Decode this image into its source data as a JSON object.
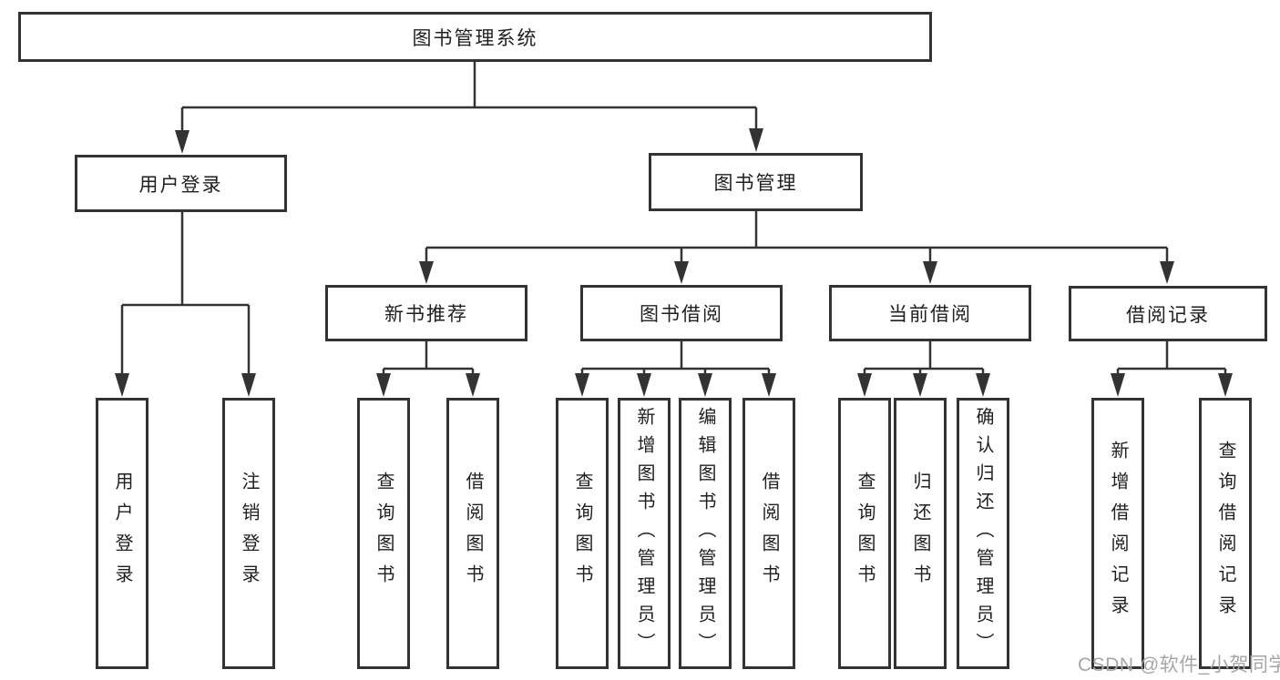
{
  "diagram": {
    "type": "hierarchy",
    "watermark": "CSDN @软件_小贺同学",
    "colors": {
      "line": "#333333",
      "box_border": "#333333",
      "text": "#1f1f1f",
      "watermark_text": "#a6a6a6",
      "background": "#ffffff"
    },
    "tree": {
      "label": "图书管理系统",
      "children": [
        {
          "label": "用户登录",
          "children": [
            {
              "label": "用户登录"
            },
            {
              "label": "注销登录"
            }
          ]
        },
        {
          "label": "图书管理",
          "children": [
            {
              "label": "新书推荐",
              "children": [
                {
                  "label": "查询图书"
                },
                {
                  "label": "借阅图书"
                }
              ]
            },
            {
              "label": "图书借阅",
              "children": [
                {
                  "label": "查询图书"
                },
                {
                  "label": "新增图书（管理员）"
                },
                {
                  "label": "编辑图书（管理员）"
                },
                {
                  "label": "借阅图书"
                }
              ]
            },
            {
              "label": "当前借阅",
              "children": [
                {
                  "label": "查询图书"
                },
                {
                  "label": "归还图书"
                },
                {
                  "label": "确认归还（管理员）"
                }
              ]
            },
            {
              "label": "借阅记录",
              "children": [
                {
                  "label": "新增借阅记录"
                },
                {
                  "label": "查询借阅记录"
                }
              ]
            }
          ]
        }
      ]
    }
  }
}
